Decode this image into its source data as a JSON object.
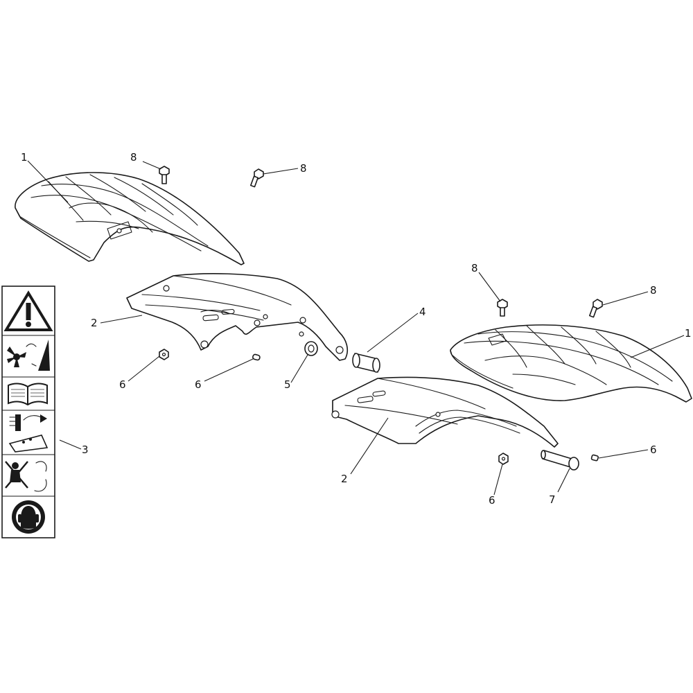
{
  "callouts": {
    "c1a": "1",
    "c1b": "1",
    "c2a": "2",
    "c2b": "2",
    "c3": "3",
    "c4": "4",
    "c5": "5",
    "c6a": "6",
    "c6b": "6",
    "c6c": "6",
    "c6d": "6",
    "c7": "7",
    "c8a": "8",
    "c8b": "8",
    "c8c": "8",
    "c8d": "8"
  },
  "icons": {
    "sticker1": "warning-triangle-icon",
    "sticker2": "rotating-blade-hand-icon",
    "sticker3": "open-manual-icon",
    "sticker4": "debris-thrown-icon",
    "sticker5": "no-children-icon",
    "sticker6": "hearing-protection-icon"
  },
  "colors": {
    "line": "#1a1a1a",
    "background": "#ffffff"
  }
}
